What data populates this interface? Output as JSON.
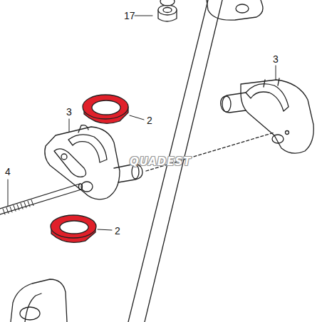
{
  "diagram": {
    "labels": [
      "17",
      "3",
      "2",
      "3",
      "4",
      "2",
      "QUADEST"
    ]
  }
}
